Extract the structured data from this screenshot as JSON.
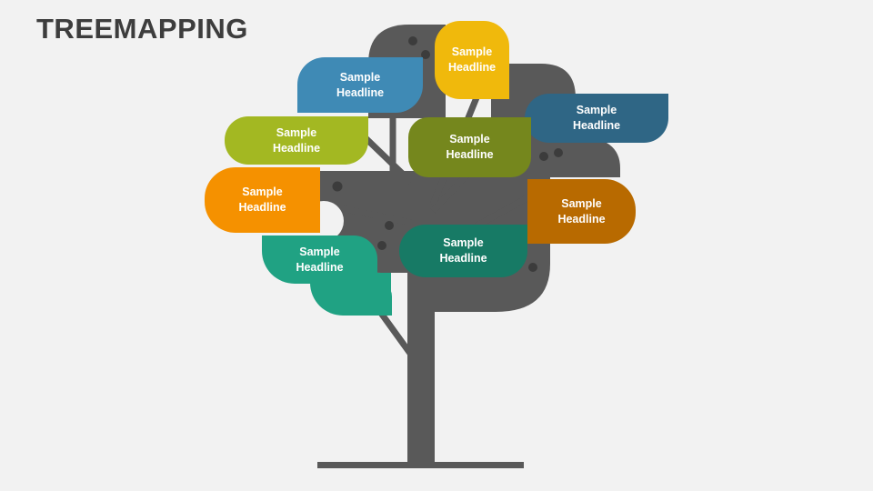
{
  "title": "TREEMAPPING",
  "colors": {
    "tree": "#595959",
    "background": "#f2f2f2",
    "yellow": "#f0b90c",
    "blue": "#3f8ab5",
    "dark_blue": "#2f6685",
    "lime": "#a3b822",
    "olive": "#75871d",
    "orange": "#f59100",
    "brown": "#b86a00",
    "teal": "#20a283",
    "dark_teal": "#177a65"
  },
  "nodes": [
    {
      "id": "yellow",
      "line1": "Sample",
      "line2": "Headline"
    },
    {
      "id": "blue",
      "line1": "Sample",
      "line2": "Headline"
    },
    {
      "id": "dark-blue",
      "line1": "Sample",
      "line2": "Headline"
    },
    {
      "id": "lime",
      "line1": "Sample",
      "line2": "Headline"
    },
    {
      "id": "olive",
      "line1": "Sample",
      "line2": "Headline"
    },
    {
      "id": "orange",
      "line1": "Sample",
      "line2": "Headline"
    },
    {
      "id": "brown",
      "line1": "Sample",
      "line2": "Headline"
    },
    {
      "id": "teal",
      "line1": "Sample",
      "line2": "Headline"
    },
    {
      "id": "dark-teal",
      "line1": "Sample",
      "line2": "Headline"
    }
  ]
}
